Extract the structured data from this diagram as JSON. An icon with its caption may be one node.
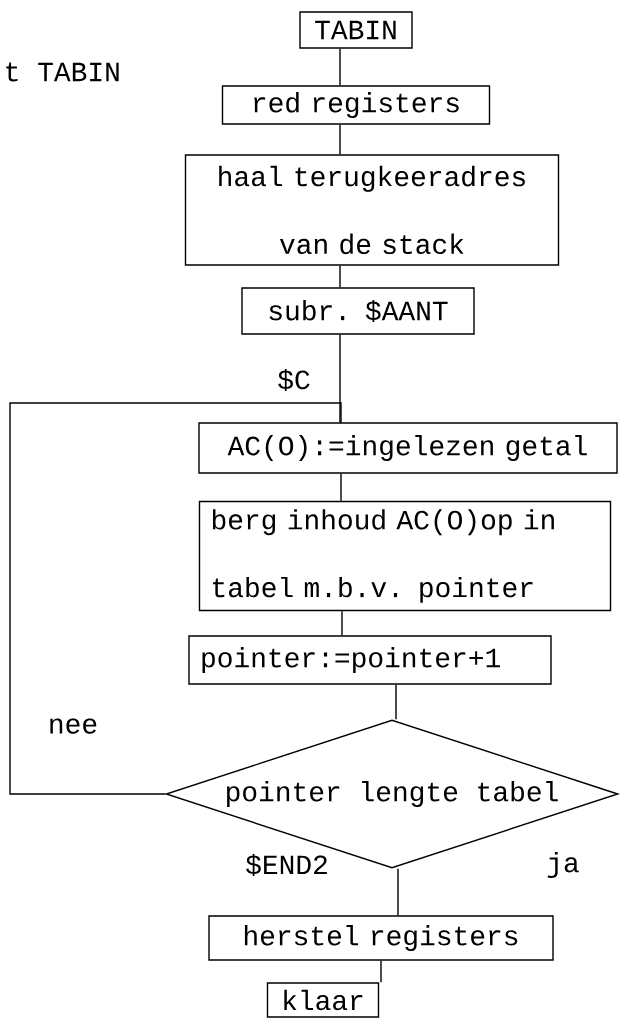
{
  "diagram": {
    "nodes": [
      {
        "text": [
          "TABIN"
        ]
      },
      {
        "text": [
          "red registers"
        ]
      },
      {
        "text": [
          "haal terugkeeradres van de stack"
        ]
      },
      {
        "text": [
          "subr. $AANT"
        ]
      },
      {
        "text": [
          "AC(O):=ingelezen getal"
        ]
      },
      {
        "text": [
          "berg inhoud AC(O)op in tabel m.b.v. pointer"
        ]
      },
      {
        "text": [
          "pointer:=pointer+1"
        ]
      },
      {
        "text": [
          "pointer lengte tabel"
        ]
      },
      {
        "text": [
          "herstel registers"
        ]
      },
      {
        "text": [
          "klaar"
        ]
      }
    ],
    "edges": [
      {
        "from": 0,
        "to": 1,
        "arrow": "none"
      },
      {
        "from": 1,
        "to": 2,
        "arrow": "none"
      },
      {
        "from": 2,
        "to": 3,
        "arrow": "none"
      },
      {
        "from": 3,
        "to": 4,
        "arrow": "none"
      },
      {
        "from": 4,
        "to": 5,
        "arrow": "none"
      },
      {
        "from": 5,
        "to": 6,
        "arrow": "none"
      },
      {
        "from": 6,
        "to": 7,
        "arrow": "none"
      },
      {
        "from": 7,
        "to": 8,
        "arrow": "none"
      },
      {
        "from": 7,
        "to": 4,
        "arrow": "none",
        "label": "nee"
      },
      {
        "from": 8,
        "to": 9,
        "arrow": "none"
      }
    ],
    "labels": [
      "t TABIN",
      "$C",
      "$END2",
      "ja"
    ]
  }
}
